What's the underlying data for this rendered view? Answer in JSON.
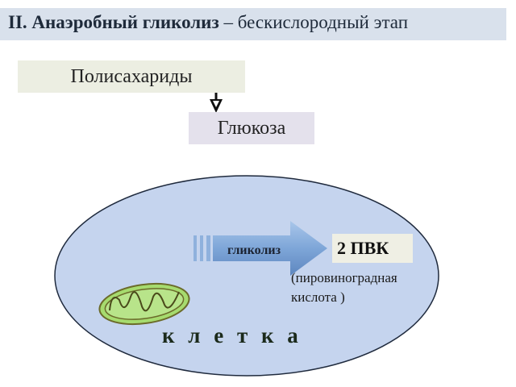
{
  "title": {
    "bold": "II. Анаэробный гликолиз",
    "rest": " – бескислородный этап"
  },
  "boxes": {
    "polysaccharides": "Полисахариды",
    "glucose": "Глюкоза"
  },
  "cell": {
    "process": "гликолиз",
    "product": "2 ПВК",
    "product_note_1": "(пировиноградная",
    "product_note_2": "кислота )",
    "label": "к л е т к а"
  },
  "colors": {
    "cell_fill": "#c5d4ee",
    "mitochondrion_fill": "#a6db6e",
    "arrow_fill": "#7ea6d8"
  },
  "icons": [
    "down-arrow-icon",
    "mitochondrion-icon",
    "process-arrow-icon"
  ]
}
